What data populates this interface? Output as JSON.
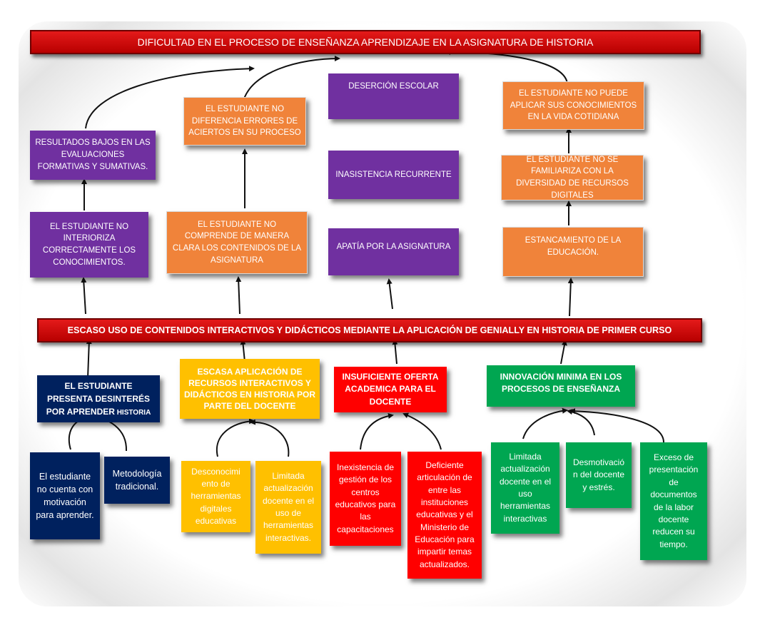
{
  "top_problem": "DIFICULTAD EN EL PROCESO DE ENSEÑANZA APRENDIZAJE EN LA ASIGNATURA DE HISTORIA",
  "central_problem": "ESCASO USO DE CONTENIDOS INTERACTIVOS Y DIDÁCTICOS MEDIANTE LA APLICACIÓN DE GENIALLY EN HISTORIA DE PRIMER CURSO",
  "effects": {
    "col1": {
      "upper": "RESULTADOS BAJOS EN LAS EVALUACIONES FORMATIVAS Y SUMATIVAS.",
      "lower": "EL ESTUDIANTE NO INTERIORIZA CORRECTAMENTE LOS CONOCIMIENTOS."
    },
    "col2": {
      "upper": "EL ESTUDIANTE NO DIFERENCIA ERRORES DE ACIERTOS EN SU PROCESO",
      "lower": "EL ESTUDIANTE NO COMPRENDE DE MANERA CLARA LOS CONTENIDOS DE LA ASIGNATURA"
    },
    "col3": {
      "top": "DESERCIÓN ESCOLAR",
      "middle": "INASISTENCIA RECURRENTE",
      "bottom": "APATÍA POR LA ASIGNATURA"
    },
    "col4": {
      "top": "EL ESTUDIANTE NO PUEDE APLICAR SUS CONOCIMIENTOS EN LA VIDA COTIDIANA",
      "middle": "EL ESTUDIANTE NO SE FAMILIARIZA CON LA DIVERSIDAD DE RECURSOS DIGITALES",
      "bottom": "ESTANCAMIENTO DE LA EDUCACIÓN."
    }
  },
  "causes": {
    "navy": {
      "title_a": "EL ESTUDIANTE PRESENTA DESINTERÉS POR APRENDER",
      "title_b": " HISTORIA",
      "sub1": "El estudiante no cuenta con motivación para aprender.",
      "sub2": "Metodología tradicional."
    },
    "yellow": {
      "title": "ESCASA APLICACIÓN DE RECURSOS INTERACTIVOS Y DIDÁCTICOS EN HISTORIA POR PARTE DEL DOCENTE",
      "sub1": "Desconocimi ento de herramientas digitales educativas",
      "sub2": "Limitada actualización docente en el uso de herramientas interactivas."
    },
    "red": {
      "title": "INSUFICIENTE OFERTA ACADEMICA PARA EL DOCENTE",
      "sub1": "Inexistencia de gestión de los centros educativos para las capacitaciones",
      "sub2": "Deficiente articulación de entre las instituciones educativas y el Ministerio de Educación para impartir temas actualizados."
    },
    "green": {
      "title": "INNOVACIÓN MINIMA EN LOS PROCESOS DE ENSEÑANZA",
      "sub1": "Limitada actualización docente en el uso herramientas interactivas",
      "sub2": "Desmotivació n del docente y estrés.",
      "sub3": "Exceso de presentación de documentos de la labor docente reducen su tiempo."
    }
  },
  "colors": {
    "banner": "#d10000",
    "purple": "#7030a0",
    "orange": "#f0833a",
    "navy": "#00215e",
    "yellow": "#ffc000",
    "red": "#ff0000",
    "green": "#00a651"
  }
}
